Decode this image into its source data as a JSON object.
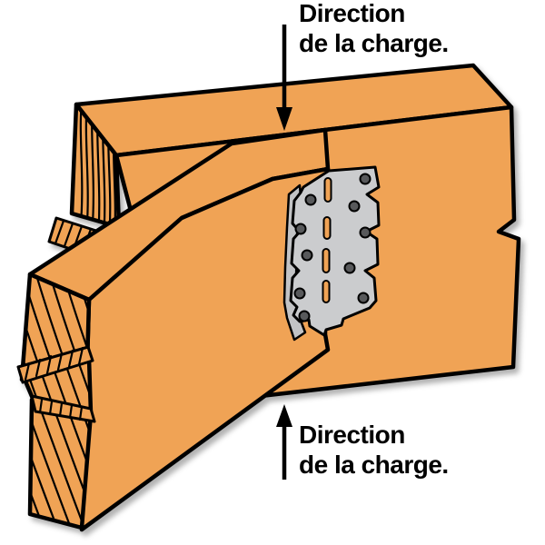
{
  "illustration": {
    "labels": {
      "top": {
        "line1": "Direction",
        "line2": "de la charge."
      },
      "bottom": {
        "line1": "Direction",
        "line2": "de la charge."
      }
    },
    "colors": {
      "background": "#FFFFFF",
      "wood": "#F0A355",
      "plate": "#CBCCCE",
      "plate_edge": "#C2C3C5",
      "hole": "#58595B",
      "outline": "#000000"
    },
    "plate": {
      "slot_count": 4,
      "nail_hole_count": 10
    },
    "arrows": [
      {
        "id": "top",
        "direction": "down"
      },
      {
        "id": "bottom",
        "direction": "up"
      }
    ]
  }
}
